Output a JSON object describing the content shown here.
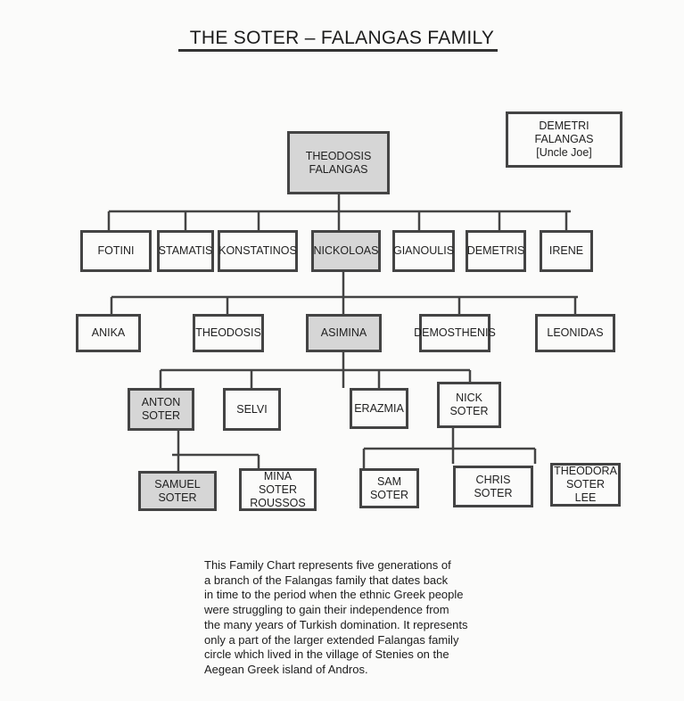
{
  "title": "THE SOTER – FALANGAS FAMILY",
  "side_box": "DEMETRI\nFALANGAS\n[Uncle Joe]",
  "root": "THEODOSIS\nFALANGAS",
  "gen2": [
    "FOTINI",
    "STAMATIS",
    "KONSTATINOS",
    "NICKOLOAS",
    "GIANOULIS",
    "DEMETRIS",
    "IRENE"
  ],
  "gen3": [
    "ANIKA",
    "THEODOSIS",
    "ASIMINA",
    "DEMOSTHENIS",
    "LEONIDAS"
  ],
  "gen4": [
    "ANTON\nSOTER",
    "SELVI",
    "ERAZMIA",
    "NICK\nSOTER"
  ],
  "gen5_anton": [
    "SAMUEL\nSOTER",
    "MINA\nSOTER\nROUSSOS"
  ],
  "gen5_nick": [
    "SAM\nSOTER",
    "CHRIS\nSOTER",
    "THEODORA\nSOTER\nLEE"
  ],
  "description": [
    "This Family Chart represents five generations of",
    "a branch of the Falangas family that dates back",
    "in time to the period when the ethnic Greek people",
    "were struggling to gain their independence from",
    "the many years of Turkish domination. It represents",
    "only a part of the larger extended Falangas family",
    "circle which lived in the village of Stenies on the",
    "Aegean Greek island of Andros."
  ]
}
